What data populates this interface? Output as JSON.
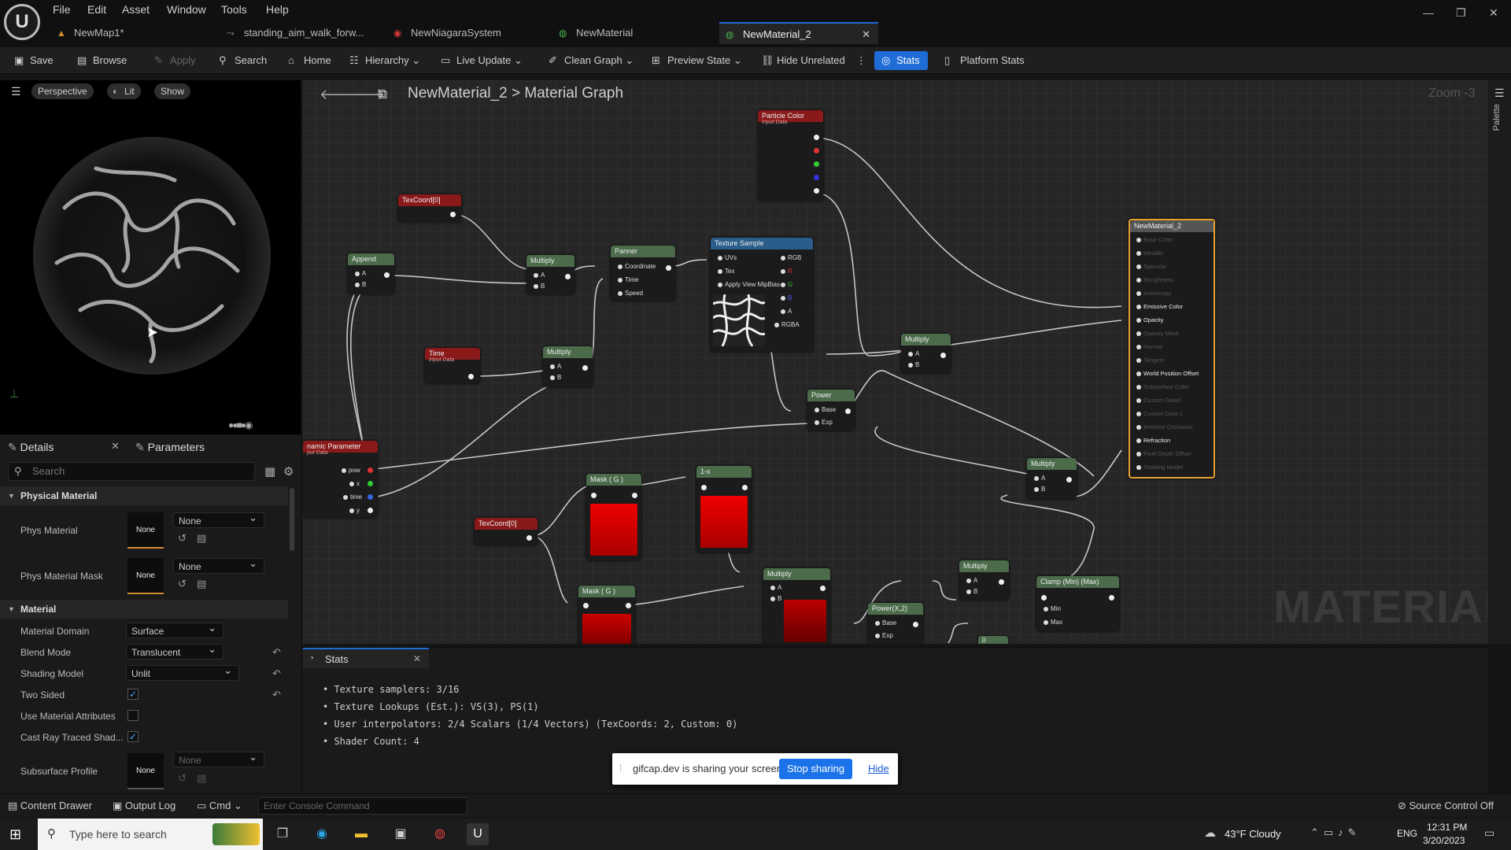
{
  "menu": [
    "File",
    "Edit",
    "Asset",
    "Window",
    "Tools",
    "Help"
  ],
  "tabs": [
    {
      "label": "NewMap1*",
      "icon": "map-icon",
      "color": "#d08a2e"
    },
    {
      "label": "standing_aim_walk_forw...",
      "icon": "animation-icon",
      "color": "#8a8a8a"
    },
    {
      "label": "NewNiagaraSystem",
      "icon": "niagara-icon",
      "color": "#d13a3a"
    },
    {
      "label": "NewMaterial",
      "icon": "material-icon",
      "color": "#4caf50"
    },
    {
      "label": "NewMaterial_2",
      "icon": "material-icon",
      "color": "#4caf50"
    }
  ],
  "toolbar": {
    "save": "Save",
    "browse": "Browse",
    "apply": "Apply",
    "search": "Search",
    "home": "Home",
    "hierarchy": "Hierarchy",
    "live_update": "Live Update",
    "clean_graph": "Clean Graph",
    "preview_state": "Preview State",
    "hide_unrelated": "Hide Unrelated",
    "stats": "Stats",
    "platform_stats": "Platform Stats"
  },
  "viewport": {
    "perspective": "Perspective",
    "lit": "Lit",
    "show": "Show"
  },
  "details": {
    "tab_details": "Details",
    "tab_parameters": "Parameters",
    "search_placeholder": "Search",
    "section_physical": "Physical Material",
    "phys_material": "Phys Material",
    "phys_material_value": "None",
    "phys_material_thumb": "None",
    "phys_material_mask": "Phys Material Mask",
    "phys_material_mask_value": "None",
    "phys_material_mask_thumb": "None",
    "section_material": "Material",
    "material_domain": "Material Domain",
    "material_domain_value": "Surface",
    "blend_mode": "Blend Mode",
    "blend_mode_value": "Translucent",
    "shading_model": "Shading Model",
    "shading_model_value": "Unlit",
    "two_sided": "Two Sided",
    "two_sided_checked": true,
    "use_material_attributes": "Use Material Attributes",
    "use_material_attributes_checked": false,
    "cast_ray_traced": "Cast Ray Traced Shad...",
    "cast_ray_traced_checked": true,
    "subsurface_profile": "Subsurface Profile",
    "subsurface_value": "None",
    "subsurface_thumb": "None"
  },
  "graph": {
    "breadcrumb_root": "NewMaterial_2",
    "breadcrumb_sep": ">",
    "breadcrumb_leaf": "Material Graph",
    "zoom": "Zoom -3",
    "watermark": "MATERIAL",
    "palette": "Palette",
    "nodes": {
      "particle_color": {
        "title": "Particle Color",
        "sub": "Input Data"
      },
      "texcoord1": {
        "title": "TexCoord[0]"
      },
      "append": {
        "title": "Append",
        "pins": [
          "A",
          "B"
        ]
      },
      "multiply1": {
        "title": "Multiply",
        "pins": [
          "A",
          "B"
        ]
      },
      "panner": {
        "title": "Panner",
        "pins": [
          "Coordinate",
          "Time",
          "Speed"
        ]
      },
      "texture_sample": {
        "title": "Texture Sample",
        "pins": [
          "UVs",
          "Tex",
          "Apply View MipBias"
        ],
        "outs": [
          "RGB",
          "R",
          "G",
          "B",
          "A",
          "RGBA"
        ]
      },
      "time": {
        "title": "Time",
        "sub": "Input Data"
      },
      "multiply2": {
        "title": "Multiply",
        "pins": [
          "A",
          "B"
        ]
      },
      "multiply3": {
        "title": "Multiply",
        "pins": [
          "A",
          "B"
        ]
      },
      "power": {
        "title": "Power",
        "pins": [
          "Base",
          "Exp"
        ]
      },
      "dyn_param": {
        "title": "namic Parameter",
        "sub": "put Data",
        "outs": [
          "pow",
          "x",
          "time",
          "y"
        ]
      },
      "mask1": {
        "title": "Mask ( G )"
      },
      "one_minus": {
        "title": "1-x"
      },
      "texcoord2": {
        "title": "TexCoord[0]"
      },
      "mask2": {
        "title": "Mask ( G )"
      },
      "multiply4": {
        "title": "Multiply",
        "pins": [
          "A",
          "B"
        ]
      },
      "power2": {
        "title": "Power(X,2)",
        "pins": [
          "Base",
          "Exp"
        ]
      },
      "multiply5": {
        "title": "Multiply",
        "pins": [
          "A",
          "B"
        ]
      },
      "clamp": {
        "title": "Clamp (Min) (Max)",
        "pins": [
          "Min",
          "Max"
        ]
      },
      "multiply6": {
        "title": "Multiply",
        "pins": [
          "A",
          "B"
        ]
      },
      "zero": {
        "title": "0"
      },
      "result": {
        "title": "NewMaterial_2",
        "pins": [
          "Base Color",
          "Metallic",
          "Specular",
          "Roughness",
          "Anisotropy",
          "Emissive Color",
          "Opacity",
          "Opacity Mask",
          "Normal",
          "Tangent",
          "World Position Offset",
          "Subsurface Color",
          "Custom Data0",
          "Custom Data 1",
          "Ambient Occlusion",
          "Refraction",
          "Pixel Depth Offset",
          "Shading Model"
        ],
        "active": [
          5,
          6,
          10,
          15
        ]
      }
    }
  },
  "stats": {
    "tab": "Stats",
    "lines": [
      "Texture samplers: 3/16",
      "Texture Lookups (Est.): VS(3), PS(1)",
      "User interpolators: 2/4 Scalars (1/4 Vectors) (TexCoords: 2, Custom: 0)",
      "Shader Count: 4"
    ]
  },
  "share": {
    "text": "gifcap.dev is sharing your screen.",
    "stop": "Stop sharing",
    "hide": "Hide"
  },
  "statusbar": {
    "content_drawer": "Content Drawer",
    "output_log": "Output Log",
    "cmd": "Cmd",
    "console_placeholder": "Enter Console Command",
    "source_control": "Source Control Off"
  },
  "taskbar": {
    "search_placeholder": "Type here to search",
    "weather": "43°F  Cloudy",
    "lang": "ENG",
    "time": "12:31 PM",
    "date": "3/20/2023"
  }
}
